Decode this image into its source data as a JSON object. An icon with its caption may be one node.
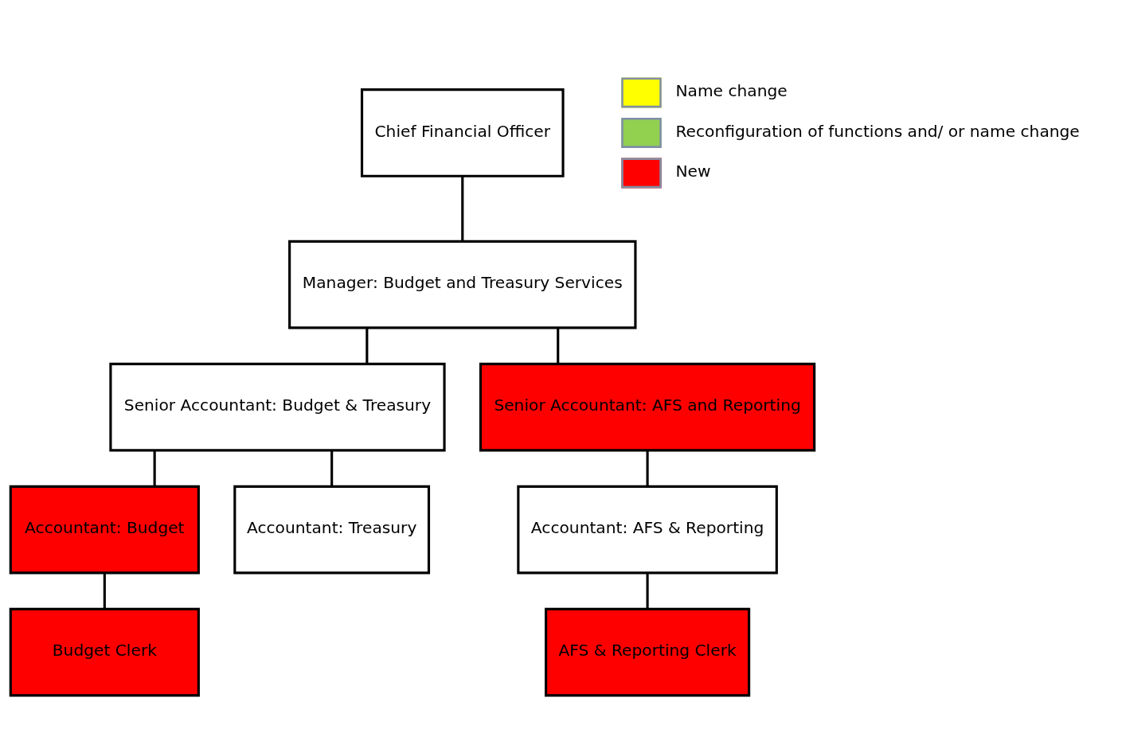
{
  "diagram": {
    "nodes": [
      {
        "text": [
          "Chief Financial Officer"
        ]
      },
      {
        "text": [
          "Manager: Budget and Treasury Services"
        ]
      },
      {
        "text": [
          "Senior Accountant: Budget & Treasury"
        ]
      },
      {
        "text": [
          "Senior Accountant: AFS and Reporting"
        ]
      },
      {
        "text": [
          "Accountant: Budget"
        ]
      },
      {
        "text": [
          "Accountant: Treasury"
        ]
      },
      {
        "text": [
          "Accountant: AFS & Reporting"
        ]
      },
      {
        "text": [
          "Budget Clerk"
        ]
      },
      {
        "text": [
          "AFS & Reporting Clerk"
        ]
      }
    ],
    "edges": [
      {
        "from": 0,
        "to": 1,
        "arrow": "none"
      },
      {
        "from": 1,
        "to": 2,
        "arrow": "none"
      },
      {
        "from": 1,
        "to": 3,
        "arrow": "none"
      },
      {
        "from": 2,
        "to": 4,
        "arrow": "none"
      },
      {
        "from": 2,
        "to": 5,
        "arrow": "none"
      },
      {
        "from": 3,
        "to": 6,
        "arrow": "none"
      },
      {
        "from": 4,
        "to": 7,
        "arrow": "none"
      },
      {
        "from": 6,
        "to": 8,
        "arrow": "none"
      }
    ],
    "legend": [
      {
        "text": "Name change",
        "color": "#ffff00"
      },
      {
        "text": "Reconfiguration of functions and/ or name change",
        "color": "#92d050"
      },
      {
        "text": "New",
        "color": "#ff0000"
      }
    ]
  }
}
